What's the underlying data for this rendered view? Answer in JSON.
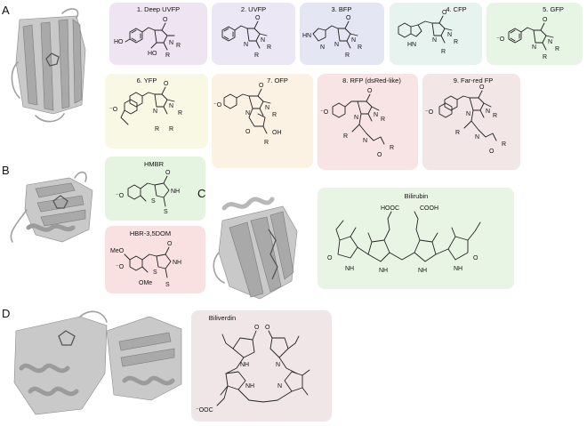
{
  "panels": {
    "A": {
      "letter": "A"
    },
    "B": {
      "letter": "B"
    },
    "C": {
      "letter": "C"
    },
    "D": {
      "letter": "D"
    }
  },
  "boxes": [
    {
      "key": "deep_uvfp",
      "title": "1. Deep UVFP",
      "color": "#efe4f1"
    },
    {
      "key": "uvfp",
      "title": "2. UVFP",
      "color": "#ece7f4"
    },
    {
      "key": "bfp",
      "title": "3. BFP",
      "color": "#e5e6f4"
    },
    {
      "key": "cfp",
      "title": "4. CFP",
      "color": "#e6f3ee"
    },
    {
      "key": "gfp",
      "title": "5. GFP",
      "color": "#e7f5e5"
    },
    {
      "key": "yfp",
      "title": "6. YFP",
      "color": "#f8f8e4"
    },
    {
      "key": "ofp",
      "title": "7. OFP",
      "color": "#fbf2e3"
    },
    {
      "key": "rfp",
      "title": "8. RFP (dsRed-like)",
      "color": "#f9e4e5"
    },
    {
      "key": "farred",
      "title": "9. Far-red FP",
      "color": "#f2e6e7"
    },
    {
      "key": "hmbr",
      "title": "HMBR",
      "color": "#e5f3e1"
    },
    {
      "key": "hbr",
      "title": "HBR-3,5DOM",
      "color": "#f9e1e2"
    },
    {
      "key": "bilirubin",
      "title": "Bilirubin",
      "color": "#e8f5e4"
    },
    {
      "key": "biliverdin",
      "title": "Biliverdin",
      "color": "#f1e6e7"
    }
  ],
  "atoms": {
    "O": "O",
    "N": "N",
    "NH": "NH",
    "HN": "HN",
    "HO": "HO",
    "OH": "OH",
    "R": "R",
    "S": "S",
    "MeO": "MeO",
    "OMe": "OMe",
    "HOOC": "HOOC",
    "COOH": "COOH",
    "OOC": "⁻OOC",
    "Ominus": "⁻O"
  },
  "colors": {
    "ink": "#222222",
    "protein": "#c9c9c9",
    "protein_dark": "#a9a9a9"
  }
}
